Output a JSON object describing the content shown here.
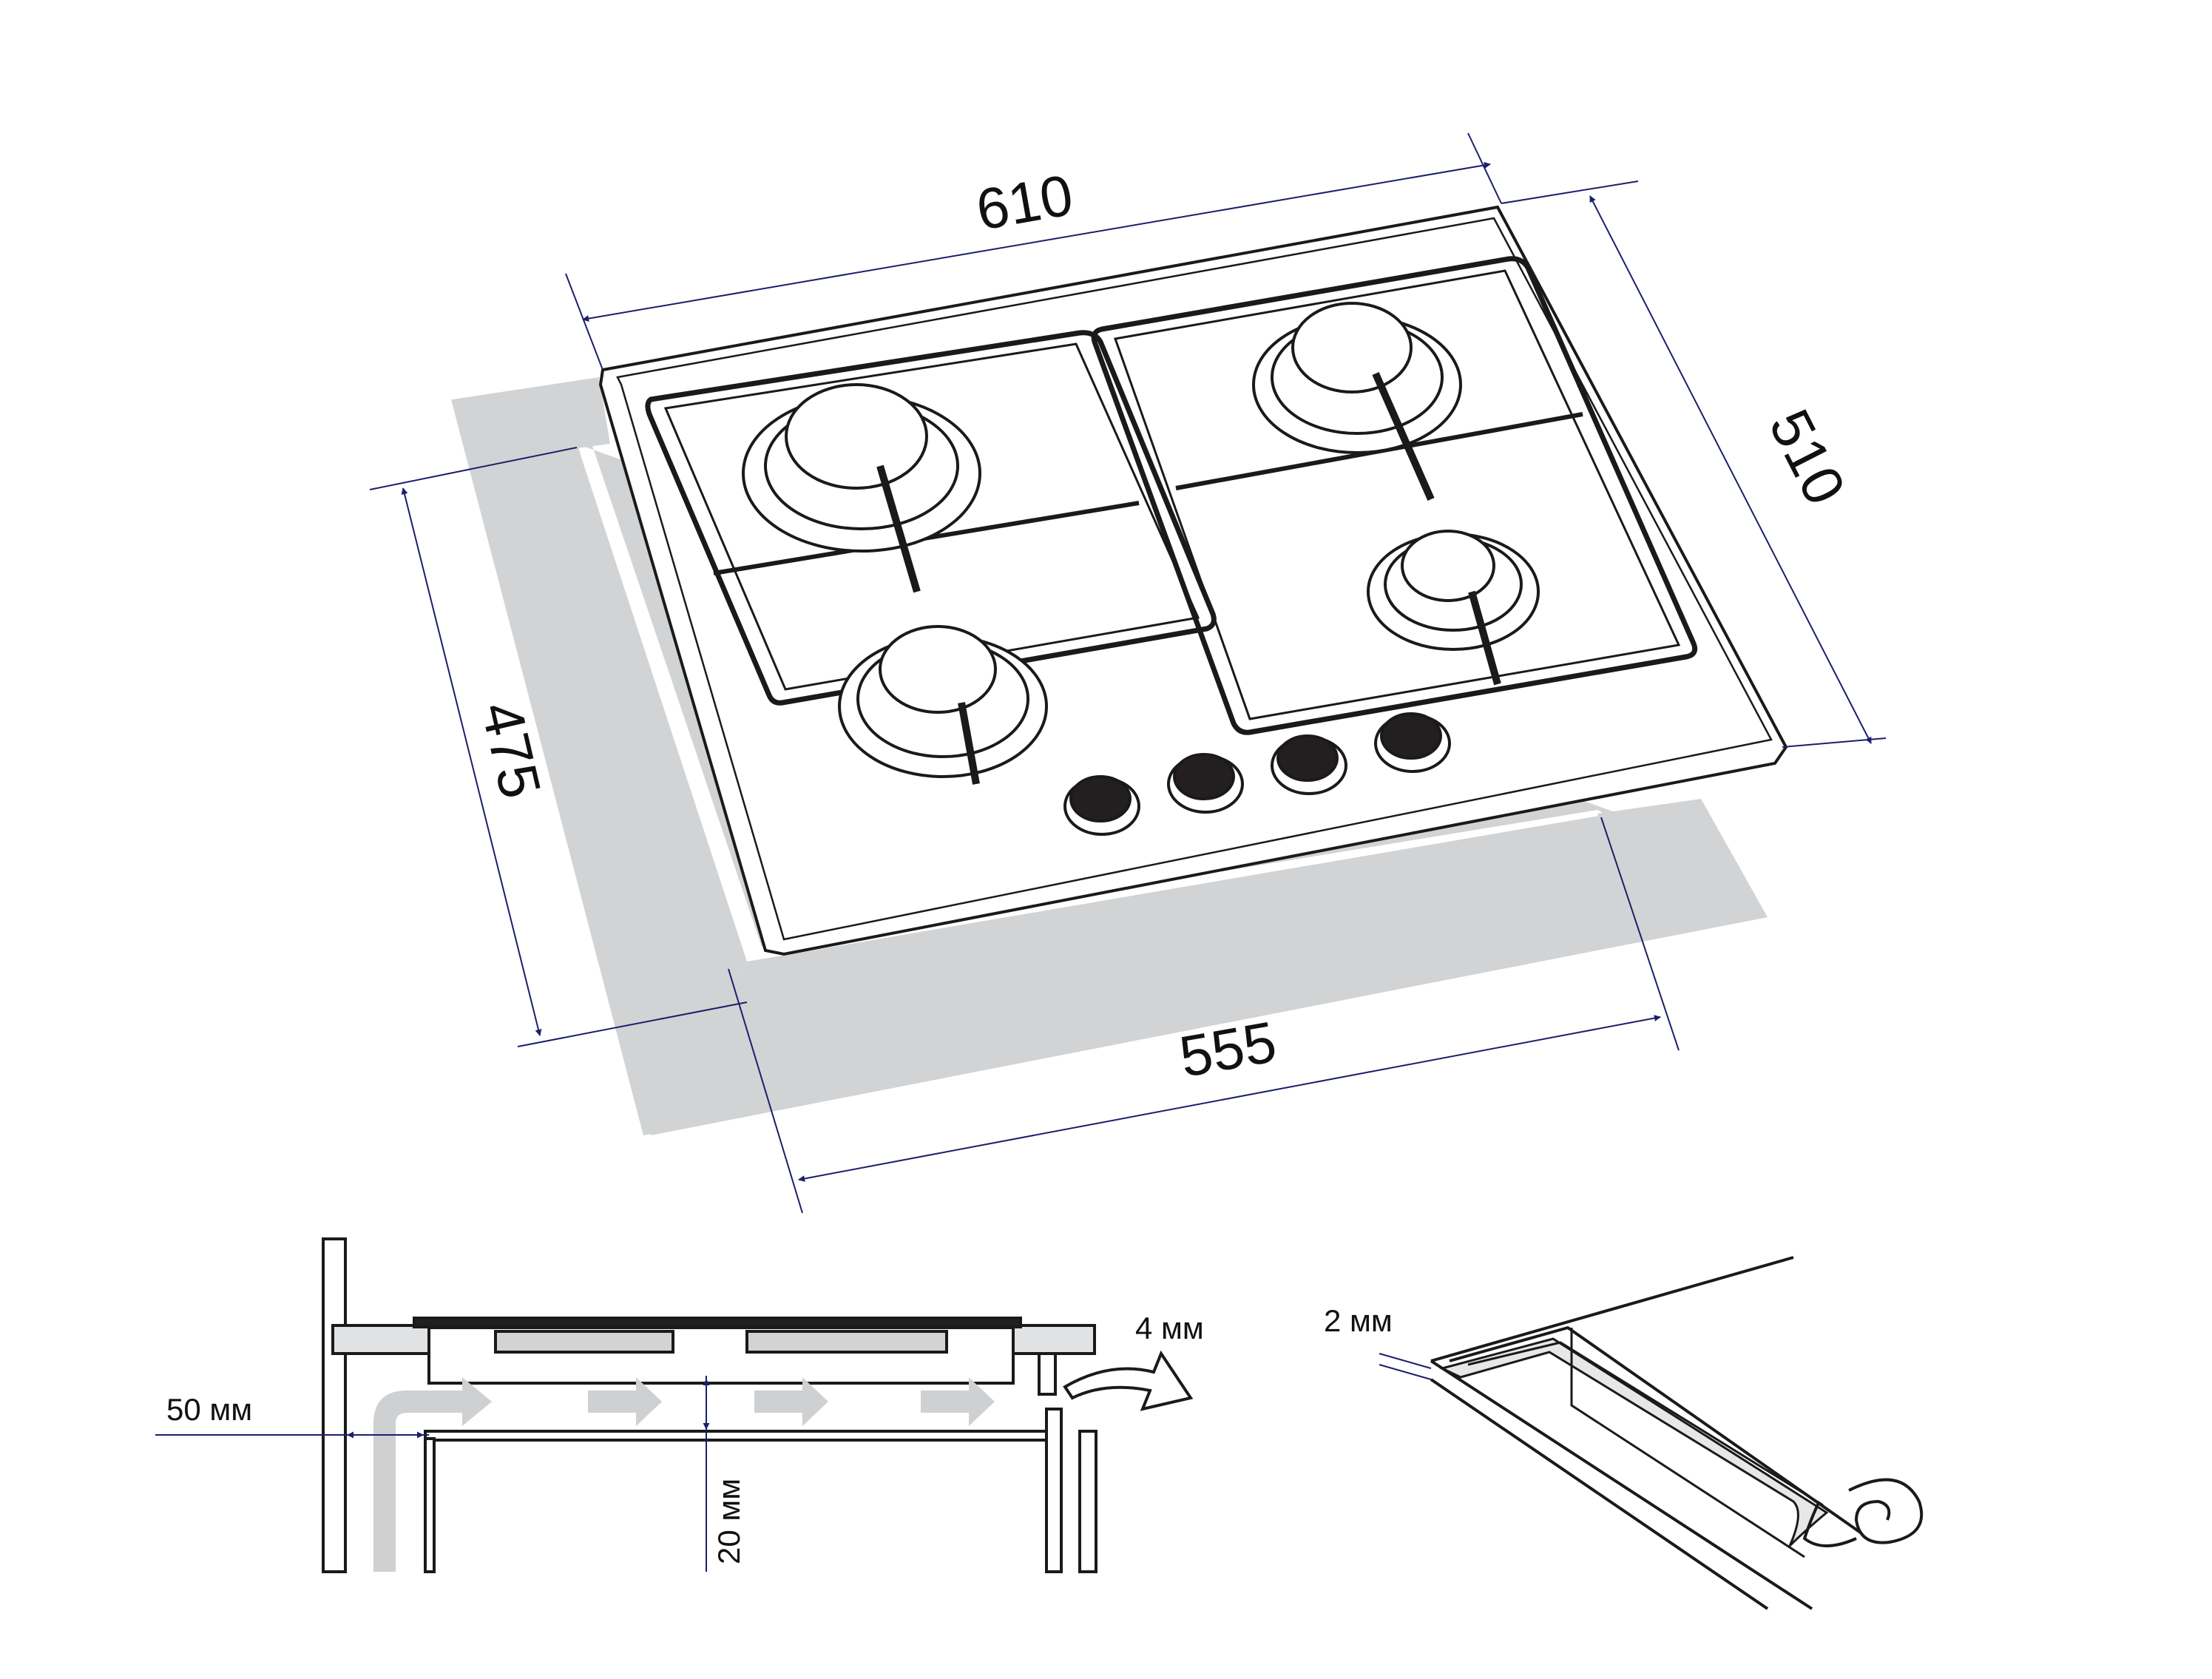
{
  "dimensions": {
    "width_outer": "610",
    "depth_outer": "510",
    "depth_cutout": "475",
    "width_cutout": "555"
  },
  "side_section": {
    "gap_top": "4 мм",
    "gap_side": "50 мм",
    "gap_bottom": "20 мм"
  },
  "seal_detail": {
    "thickness": "2 мм"
  },
  "colors": {
    "dimension_line": "#1b1f6b",
    "cutout_fill": "#d2d3d4",
    "outline": "#1a1a1a",
    "knob_fill": "#231f20",
    "airflow_arrow": "#cfd0d2"
  }
}
